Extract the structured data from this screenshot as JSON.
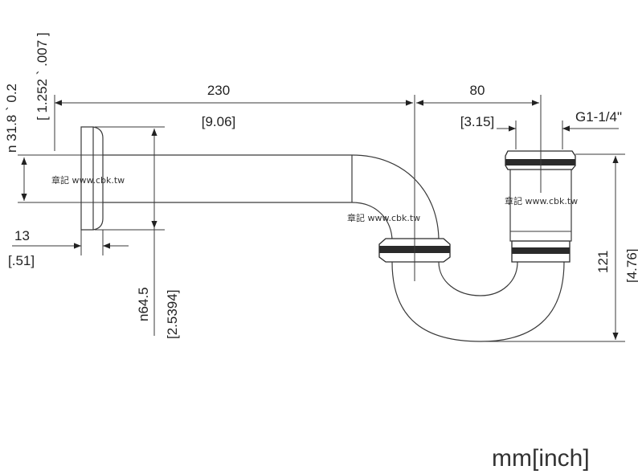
{
  "drawing": {
    "dim_left_diameter": "n 31.8 ` 0.2",
    "dim_left_diameter_inch": "[ 1.252 ` .007 ]",
    "dim_length": "230",
    "dim_length_inch": "[9.06]",
    "dim_offset": "80",
    "dim_offset_inch": "[3.15]",
    "thread": "G1-1/4\"",
    "dim_flange": "13",
    "dim_flange_inch": "[.51]",
    "dim_flange_diameter": "n64.5",
    "dim_flange_diameter_inch": "[2.5394]",
    "dim_height": "121",
    "dim_height_inch": "[4.76]",
    "watermark": "章記 www.cbk.tw",
    "units": "mm[inch]"
  },
  "colors": {
    "line": "#3a3a3a",
    "text": "#222222",
    "background": "#ffffff"
  }
}
